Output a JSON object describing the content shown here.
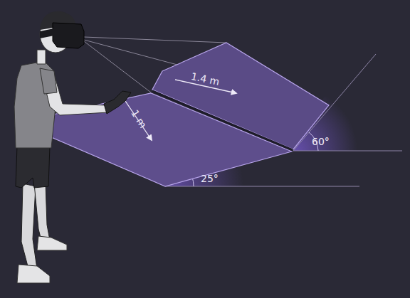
{
  "diagram": {
    "labels": [
      "1.4 m",
      "1 m",
      "60°",
      "25°"
    ]
  }
}
